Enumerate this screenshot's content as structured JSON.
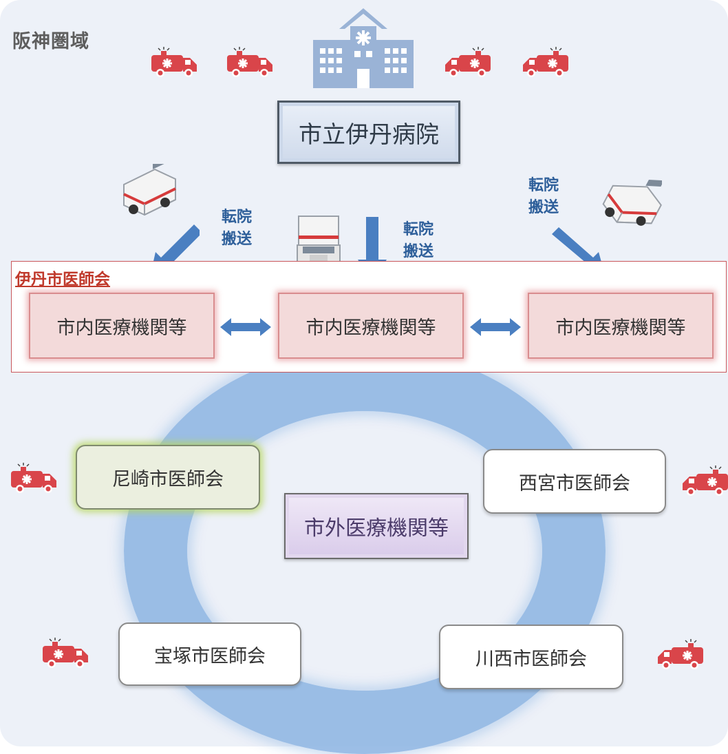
{
  "region_label": "阪神圏域",
  "hospital": {
    "name": "市立伊丹病院",
    "icon": "hospital-icon"
  },
  "transfer_label_lines": [
    "転院",
    "搬送"
  ],
  "city_association": {
    "title": "伊丹市医師会",
    "institutions": [
      "市内医療機関等",
      "市内医療機関等",
      "市内医療機関等"
    ]
  },
  "outside_institutions": "市外医療機関等",
  "neighbor_associations": {
    "amagasaki": "尼崎市医師会",
    "nishinomiya": "西宮市医師会",
    "takarazuka": "宝塚市医師会",
    "kawanishi": "川西市医師会"
  },
  "colors": {
    "ambulance": "#d9454a",
    "hospital": "#9ab3d6",
    "arrow": "#4a7fc1",
    "ring": "#92b8e4",
    "association_border": "#c9565a",
    "institution_fill": "#f3dada",
    "amagasaki_glow": "#b6d65c",
    "outside_fill": "#d9cbea"
  },
  "icons": [
    "ambulance-icon",
    "hospital-icon",
    "transport-vehicle-icon",
    "arrow-icon",
    "double-arrow-icon"
  ]
}
